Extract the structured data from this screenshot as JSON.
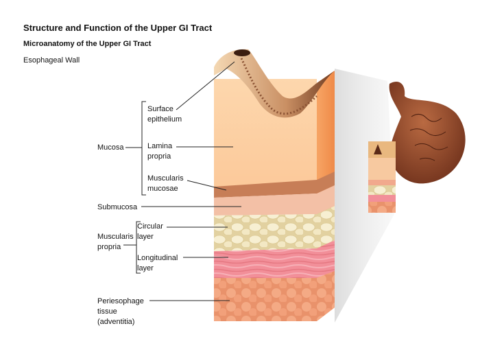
{
  "header": {
    "title": "Structure and Function of the Upper GI Tract",
    "subtitle": "Microanatomy of the Upper GI Tract",
    "section": "Esophageal Wall"
  },
  "labels": {
    "mucosa": "Mucosa",
    "surface_epithelium": [
      "Surface",
      "epithelium"
    ],
    "lamina_propria": [
      "Lamina",
      "propria"
    ],
    "muscularis_mucosae": [
      "Muscularis",
      "mucosae"
    ],
    "submucosa": "Submucosa",
    "muscularis_propria": [
      "Muscularis",
      "propria"
    ],
    "circular_layer": [
      "Circular",
      "layer"
    ],
    "longitudinal_layer": [
      "Longitudinal",
      "layer"
    ],
    "periesophageal": [
      "Periesophage",
      "tissue",
      "(adventitia)"
    ]
  },
  "colors": {
    "lamina_propria": "#fdd3a4",
    "muscularis_mucosae": "#c9825d",
    "submucosa": "#f3c0a6",
    "circular_layer": "#e9dcb0",
    "longitudinal_layer": "#f08e98",
    "adventitia": "#f0a17c",
    "side_face": "#f39654",
    "stomach": "#9a4b2c"
  }
}
